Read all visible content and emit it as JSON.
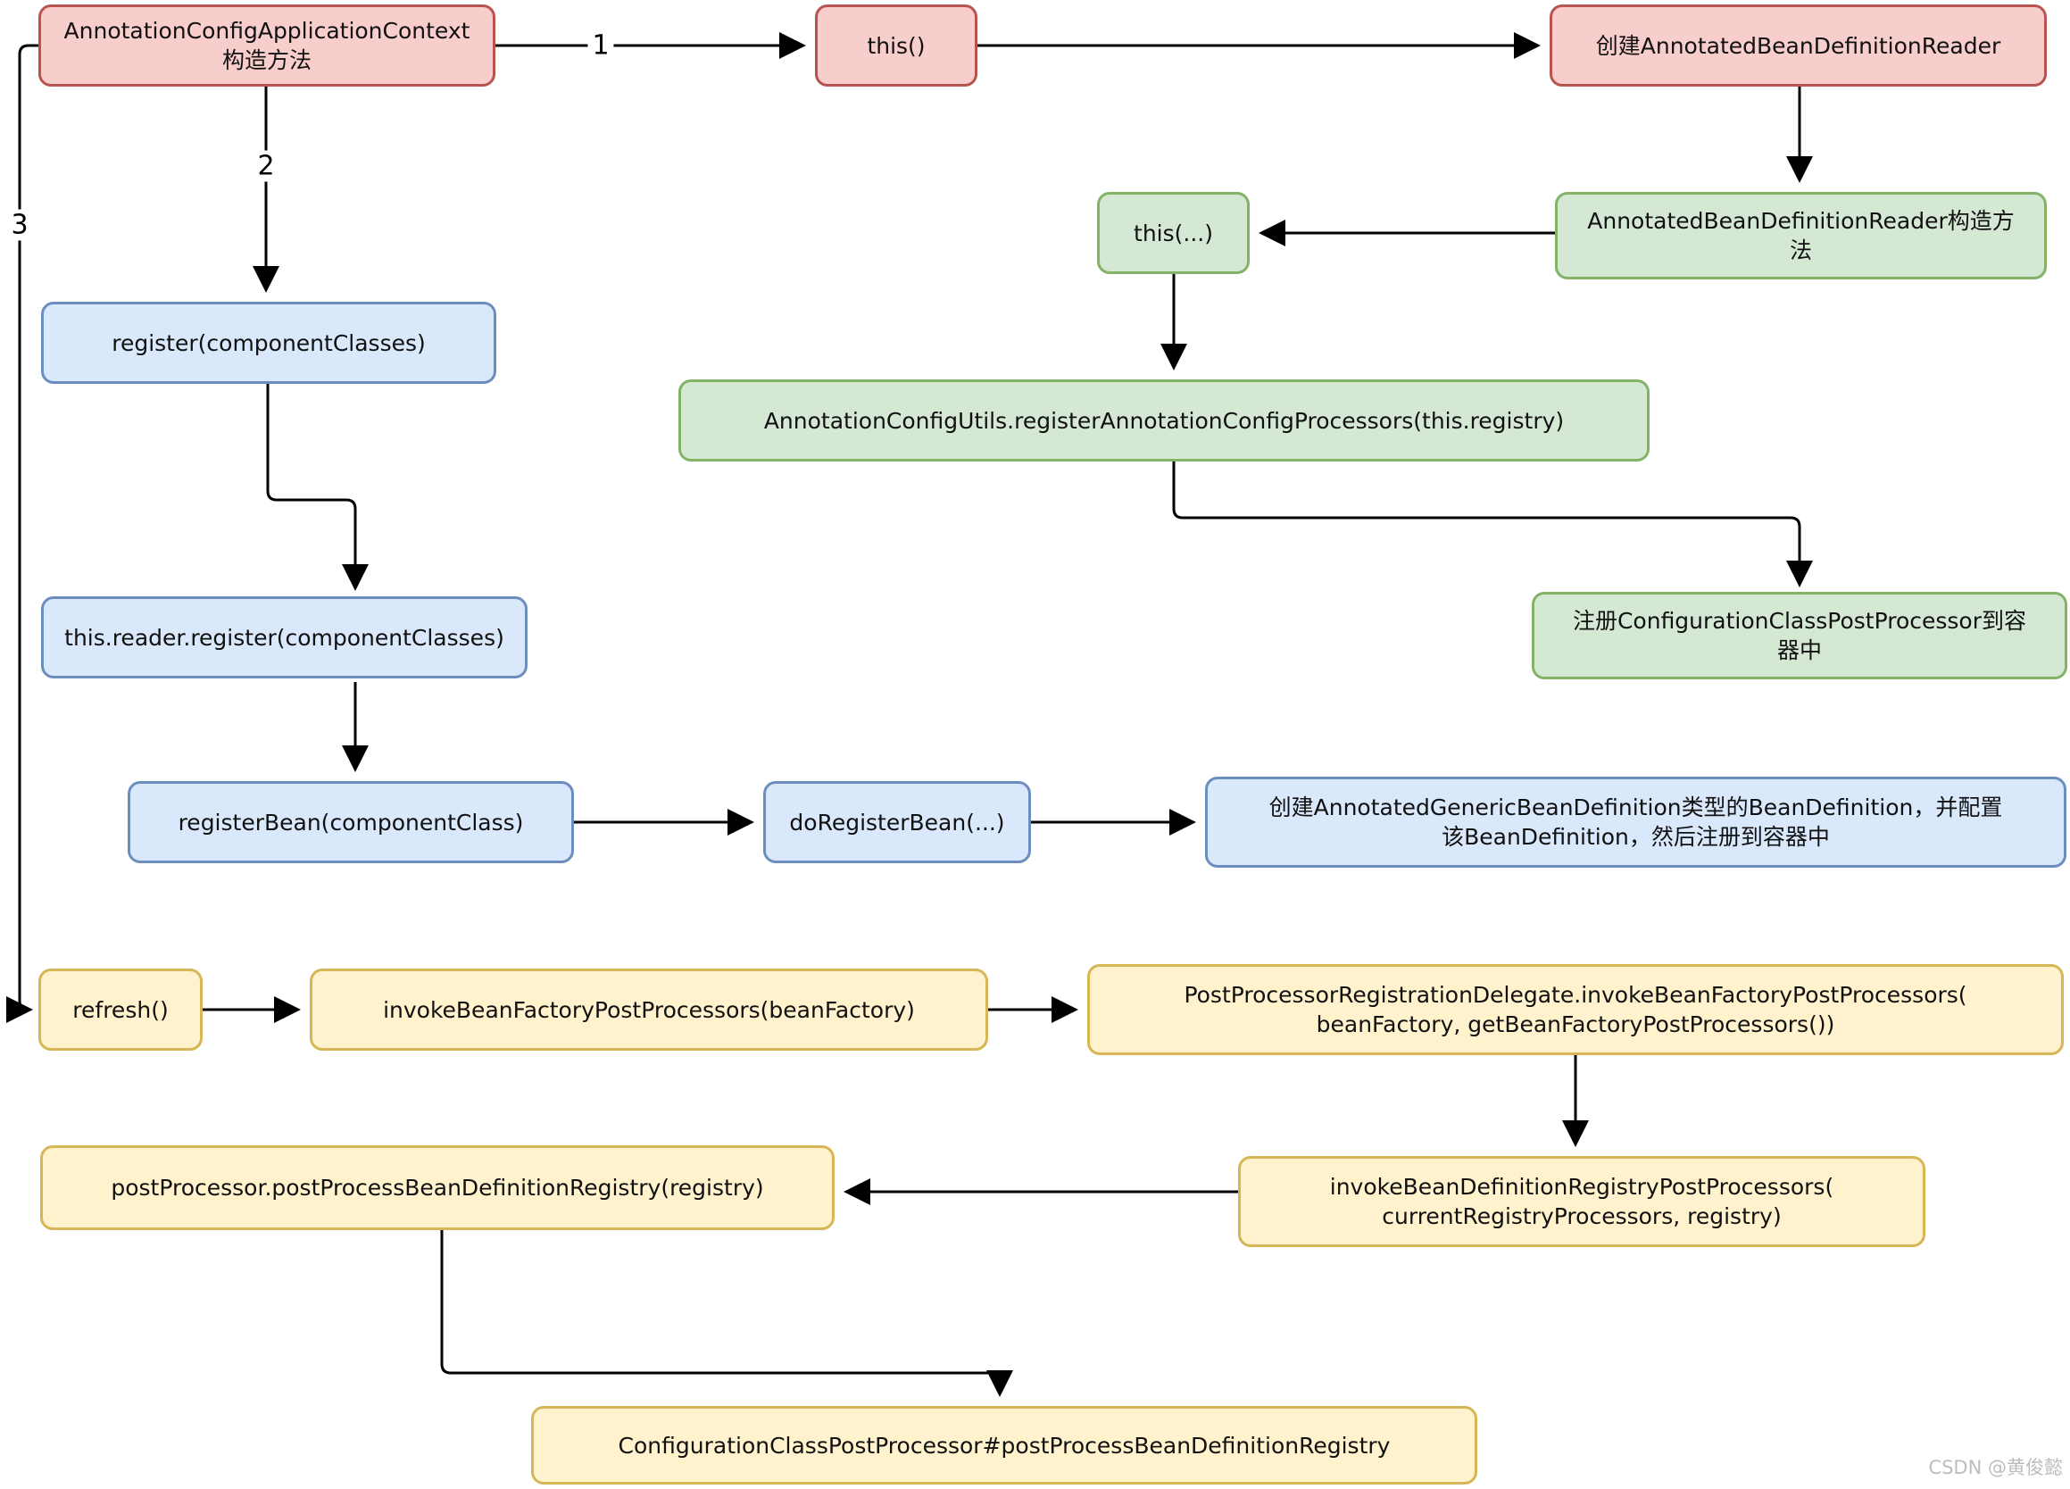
{
  "diagram": {
    "nodes": {
      "ctx_constructor": {
        "text": "AnnotationConfigApplicationContext\n构造方法",
        "color": "red"
      },
      "this_call": {
        "text": "this()",
        "color": "red"
      },
      "create_reader": {
        "text": "创建AnnotatedBeanDefinitionReader",
        "color": "red"
      },
      "reader_constructor": {
        "text": "AnnotatedBeanDefinitionReader构造方\n法",
        "color": "green"
      },
      "this_args": {
        "text": "this(...)",
        "color": "green"
      },
      "register_processors": {
        "text": "AnnotationConfigUtils.registerAnnotationConfigProcessors(this.registry)",
        "color": "green"
      },
      "register_ccpp": {
        "text": "注册ConfigurationClassPostProcessor到容\n器中",
        "color": "green"
      },
      "register": {
        "text": "register(componentClasses)",
        "color": "blue"
      },
      "reader_register": {
        "text": "this.reader.register(componentClasses)",
        "color": "blue"
      },
      "register_bean": {
        "text": "registerBean(componentClass)",
        "color": "blue"
      },
      "do_register_bean": {
        "text": "doRegisterBean(...)",
        "color": "blue"
      },
      "create_bean_definition": {
        "text": "创建AnnotatedGenericBeanDefinition类型的BeanDefinition，并配置\n该BeanDefinition，然后注册到容器中",
        "color": "blue"
      },
      "refresh": {
        "text": "refresh()",
        "color": "yellow"
      },
      "invoke_bfpp": {
        "text": "invokeBeanFactoryPostProcessors(beanFactory)",
        "color": "yellow"
      },
      "delegate_invoke": {
        "text": "PostProcessorRegistrationDelegate.invokeBeanFactoryPostProcessors(\nbeanFactory, getBeanFactoryPostProcessors())",
        "color": "yellow"
      },
      "invoke_bdrpp": {
        "text": "invokeBeanDefinitionRegistryPostProcessors(\ncurrentRegistryProcessors, registry)",
        "color": "yellow"
      },
      "post_process_registry": {
        "text": "postProcessor.postProcessBeanDefinitionRegistry(registry)",
        "color": "yellow"
      },
      "ccpp_method": {
        "text": "ConfigurationClassPostProcessor#postProcessBeanDefinitionRegistry",
        "color": "yellow"
      }
    },
    "edge_labels": {
      "step1": "1",
      "step2": "2",
      "step3": "3"
    },
    "edges": [
      {
        "from": "ctx_constructor",
        "to": "this_call",
        "label": "1"
      },
      {
        "from": "this_call",
        "to": "create_reader",
        "label": ""
      },
      {
        "from": "create_reader",
        "to": "reader_constructor",
        "label": ""
      },
      {
        "from": "reader_constructor",
        "to": "this_args",
        "label": ""
      },
      {
        "from": "this_args",
        "to": "register_processors",
        "label": ""
      },
      {
        "from": "register_processors",
        "to": "register_ccpp",
        "label": ""
      },
      {
        "from": "ctx_constructor",
        "to": "register",
        "label": "2"
      },
      {
        "from": "register",
        "to": "reader_register",
        "label": ""
      },
      {
        "from": "reader_register",
        "to": "register_bean",
        "label": ""
      },
      {
        "from": "register_bean",
        "to": "do_register_bean",
        "label": ""
      },
      {
        "from": "do_register_bean",
        "to": "create_bean_definition",
        "label": ""
      },
      {
        "from": "ctx_constructor",
        "to": "refresh",
        "label": "3"
      },
      {
        "from": "refresh",
        "to": "invoke_bfpp",
        "label": ""
      },
      {
        "from": "invoke_bfpp",
        "to": "delegate_invoke",
        "label": ""
      },
      {
        "from": "delegate_invoke",
        "to": "invoke_bdrpp",
        "label": ""
      },
      {
        "from": "invoke_bdrpp",
        "to": "post_process_registry",
        "label": ""
      },
      {
        "from": "post_process_registry",
        "to": "ccpp_method",
        "label": ""
      }
    ],
    "colors": {
      "red_fill": "#f8cecc",
      "red_stroke": "#b85450",
      "green_fill": "#d5e8d4",
      "green_stroke": "#82b366",
      "blue_fill": "#dae8fc",
      "blue_stroke": "#6c8ebf",
      "yellow_fill": "#fff2cc",
      "yellow_stroke": "#d6b656",
      "line": "#000000",
      "watermark_text": "#bdbdbd"
    },
    "watermark": "CSDN @黄俊懿"
  }
}
